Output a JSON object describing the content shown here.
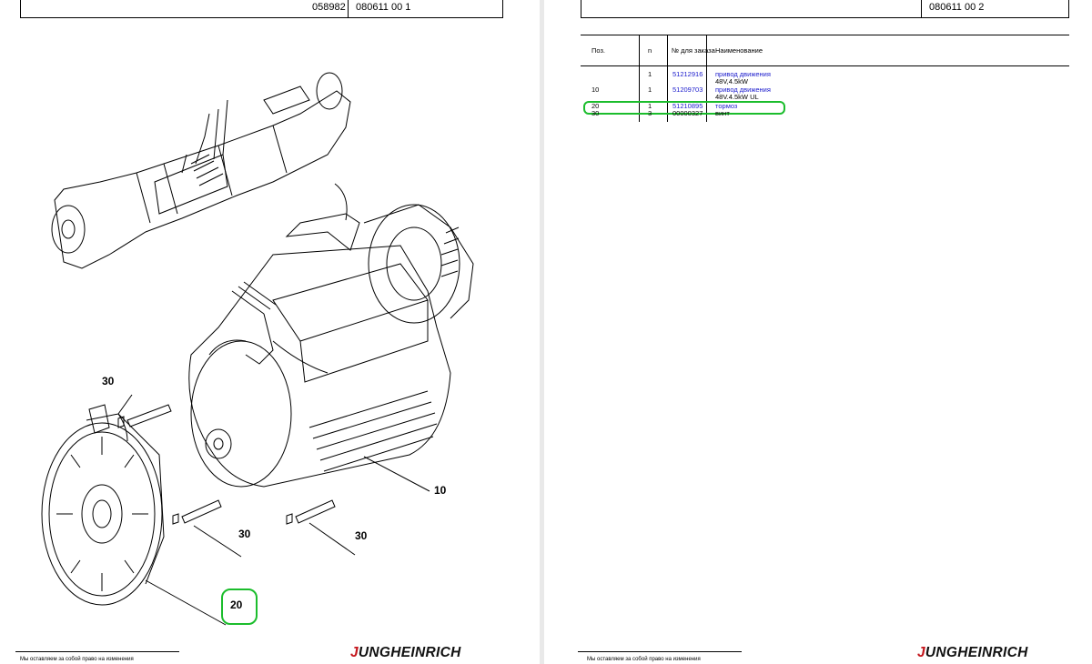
{
  "left_page": {
    "header": {
      "drawing_no": "058982",
      "page_ref": "080611 00 1"
    },
    "callouts": {
      "c30_a": "30",
      "c30_b": "30",
      "c30_c": "30",
      "c10": "10",
      "c20": "20"
    },
    "footer": {
      "note": "Мы оставляем за собой право на изменения",
      "logo_mark": "J",
      "logo_text": "UNGHEINRICH"
    }
  },
  "right_page": {
    "header": {
      "page_ref": "080611 00 2"
    },
    "table": {
      "columns": {
        "pos": "Поз.",
        "qty": "n",
        "order_no": "№ для заказа",
        "name": "Наименование"
      },
      "rows": [
        {
          "pos": "",
          "qty": "1",
          "order_no": "51212916",
          "name": "привод движения",
          "name2": "48V,4.5kW"
        },
        {
          "pos": "10",
          "qty": "1",
          "order_no": "51209703",
          "name": "привод движения",
          "name2": "48V,4.5kW UL"
        },
        {
          "pos": "20",
          "qty": "1",
          "order_no": "51210895",
          "name": "тормоз",
          "name2": ""
        },
        {
          "pos": "30",
          "qty": "3",
          "order_no": "00000327",
          "name": "винт",
          "name2": ""
        }
      ]
    },
    "footer": {
      "note": "Мы оставляем за собой право на изменения",
      "logo_mark": "J",
      "logo_text": "UNGHEINRICH"
    }
  },
  "colors": {
    "highlight": "#1bbd2c",
    "link": "#1a1acc",
    "logo_mark": "#c4161c"
  }
}
